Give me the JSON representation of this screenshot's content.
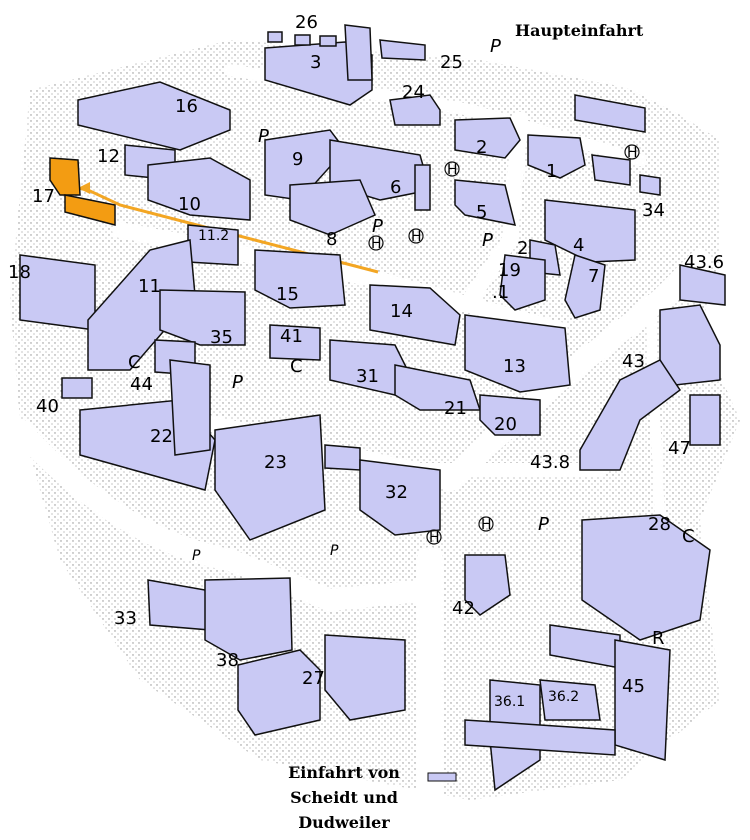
{
  "map": {
    "colors": {
      "building": "#c9c9f4",
      "building_dark": "#9a9ad8",
      "outline": "#111111",
      "road": "#ffffff",
      "ground": "#d8d8d8",
      "route": "#f3a623",
      "highlight": "#f39c12"
    },
    "entrances": {
      "main": "Haupteinfahrt",
      "south_line1": "Einfahrt von",
      "south_line2": "Scheidt und",
      "south_line3": "Dudweiler"
    },
    "symbols": {
      "parking": "P",
      "bus_stop": "H",
      "cafeteria": "C",
      "restaurant": "R"
    },
    "buildings": {
      "b1": "1",
      "b2a": "2",
      "b2b": "2",
      "b3": "3",
      "b4": "4",
      "b5": "5",
      "b6": "6",
      "b7": "7",
      "b8": "8",
      "b9": "9",
      "b10": "10",
      "b11": "11",
      "b11_2": "11.2",
      "b12": "12",
      "b13": "13",
      "b14": "14",
      "b15": "15",
      "b16": "16",
      "b17": "17",
      "b18": "18",
      "b19": "19",
      "b19_1": ".1",
      "b20": "20",
      "b21": "21",
      "b22": "22",
      "b23": "23",
      "b24": "24",
      "b25": "25",
      "b26": "26",
      "b27": "27",
      "b28": "28",
      "b31": "31",
      "b32": "32",
      "b33": "33",
      "b34": "34",
      "b35": "35",
      "b36_1": "36.1",
      "b36_2": "36.2",
      "b38": "38",
      "b40": "40",
      "b41": "41",
      "b42": "42",
      "b43": "43",
      "b43_6": "43.6",
      "b43_8": "43.8",
      "b44": "44",
      "b45": "45",
      "b47": "47"
    }
  }
}
